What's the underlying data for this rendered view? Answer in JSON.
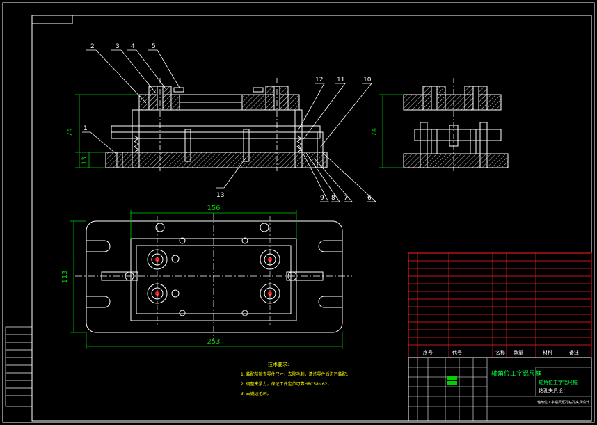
{
  "dimensions": {
    "front_height": "74",
    "front_base": "13",
    "side_height": "74",
    "plan_width": "156",
    "plan_height": "113",
    "plan_total": "253"
  },
  "callouts_top": [
    "2",
    "3",
    "4",
    "5"
  ],
  "callouts_right": [
    "12",
    "11",
    "10"
  ],
  "callout_left": "1",
  "callouts_bottom": [
    "13",
    "9",
    "8",
    "7",
    "6"
  ],
  "tech_req": {
    "title": "技术要求:",
    "lines": [
      "1. 装配前检查零件尺寸，去除毛刺，清洗零件后进行装配。",
      "2. 调整夹紧力，保证工件定位可靠HRC58~62。",
      "3. 去锐边毛刺。"
    ]
  },
  "title_block": {
    "header_name": "轴角位工字铝尺框",
    "drawing_name": "轴角位工字铝尺框",
    "subtitle": "钻孔夹具设计",
    "school": "轴角位工字铝尺框孔钻孔夹具设计",
    "col_labels": [
      "序号",
      "代号",
      "名称",
      "数量",
      "材料",
      "备注"
    ]
  },
  "colors": {
    "line": "#ffffff",
    "hatch": "#c8c8c8",
    "dim": "#00d000",
    "callout": "#ffffff",
    "table_red": "#ff2020",
    "label_yellow": "#ffe000",
    "note_yellow": "#ffff00",
    "title_green": "#00ff40"
  }
}
